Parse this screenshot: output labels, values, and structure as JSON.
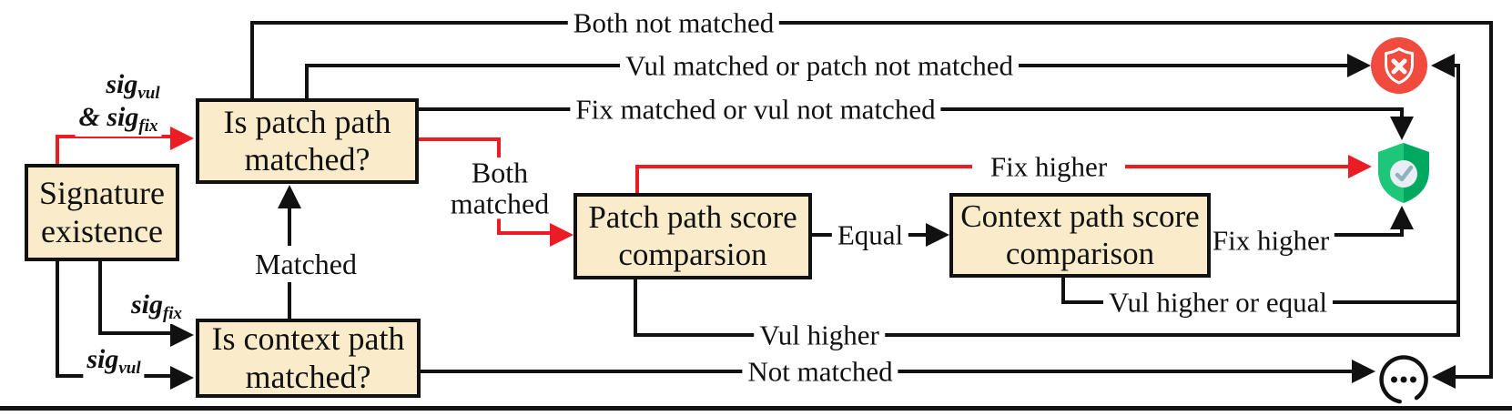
{
  "colors": {
    "node_fill": "#faecca",
    "line": "#111111",
    "accent_red": "#ec1c24",
    "icon_red": "#f04b3e",
    "shield_green_left": "#1ec67a",
    "shield_green_right": "#00a95f",
    "shield_badge_fill": "#e9eef4",
    "shield_check": "#8fb3bb"
  },
  "nodes": {
    "signature": {
      "line1": "Signature",
      "line2": "existence"
    },
    "patch_match": {
      "line1": "Is patch path",
      "line2": "matched?"
    },
    "context_match": {
      "line1": "Is context path",
      "line2": "matched?"
    },
    "patch_score": {
      "line1": "Patch path score",
      "line2": "comparsion"
    },
    "context_score": {
      "line1": "Context path score",
      "line2": "comparison"
    }
  },
  "edges": {
    "both_not_matched": "Both not matched",
    "vul_matched_or_patch_not_matched": "Vul matched or patch not matched",
    "fix_matched_or_vul_not_matched": "Fix matched or vul not matched",
    "both_matched_line1": "Both",
    "both_matched_line2": "matched",
    "matched": "Matched",
    "fix_higher_patch": "Fix higher",
    "equal": "Equal",
    "fix_higher_context": "Fix higher",
    "vul_higher": "Vul higher",
    "vul_higher_or_equal": "Vul higher or equal",
    "not_matched": "Not matched",
    "sig": {
      "base": "sig",
      "sub_vul": "vul",
      "sub_fix": "fix",
      "amp": "&"
    }
  },
  "icons": {
    "vulnerable": "shield-x-icon",
    "patched": "shield-check-icon",
    "undetermined": "ellipsis-circle-icon"
  }
}
